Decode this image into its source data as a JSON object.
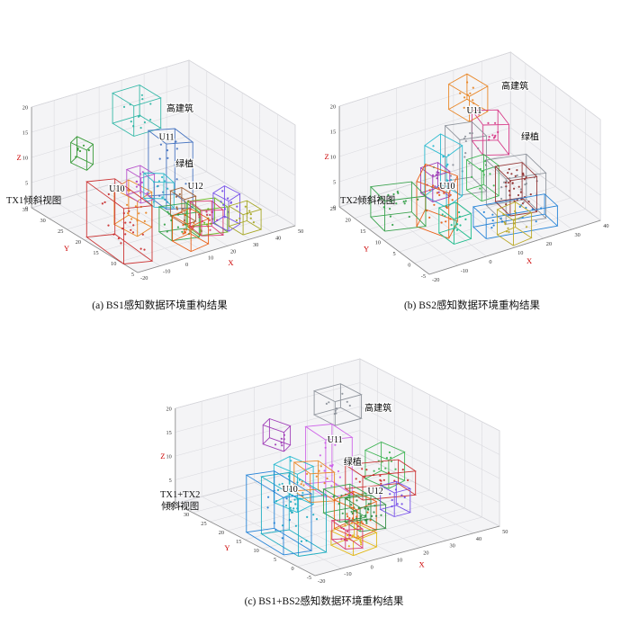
{
  "figure_caption_color": "#111111",
  "axis_letter_color": "#cc0000",
  "chart_data": [
    {
      "id": "a",
      "type": "scatter",
      "subtype": "3d-scatter-with-bounding-boxes",
      "caption": "(a) BS1感知数据环境重构结果",
      "view_label": "TX1倾斜视图",
      "axis_labels": {
        "x": "X",
        "y": "Y",
        "z": "Z"
      },
      "xlim": [
        -20,
        50
      ],
      "ylim": [
        5,
        35
      ],
      "zlim": [
        0,
        20
      ],
      "x_ticks": [
        -20,
        -10,
        0,
        10,
        20,
        30,
        40,
        50
      ],
      "y_ticks": [
        5,
        10,
        15,
        20,
        25,
        30,
        35
      ],
      "z_ticks": [
        0,
        5,
        10,
        15,
        20
      ],
      "grid": true,
      "annotations": [
        {
          "text": "高建筑",
          "fx": 0.565,
          "fy": 0.369
        },
        {
          "text": "U11",
          "fx": 0.522,
          "fy": 0.468
        },
        {
          "text": "绿植",
          "fx": 0.58,
          "fy": 0.56
        },
        {
          "text": "U10",
          "fx": 0.362,
          "fy": 0.646
        },
        {
          "text": "U12",
          "fx": 0.615,
          "fy": 0.637
        }
      ],
      "boxes": [
        {
          "name": "roof-box-teal",
          "x": [
            16,
            28
          ],
          "y": [
            29,
            35
          ],
          "z": [
            12,
            18
          ],
          "rot": 0,
          "color": "#2bb5a3",
          "pts": 12
        },
        {
          "name": "small-green-high",
          "x": [
            -8,
            -3
          ],
          "y": [
            28,
            32
          ],
          "z": [
            9,
            13
          ],
          "rot": 15,
          "color": "#2e962e",
          "pts": 6
        },
        {
          "name": "tall-building-blue",
          "x": [
            20,
            29
          ],
          "y": [
            21,
            27
          ],
          "z": [
            0,
            13
          ],
          "rot": -12,
          "color": "#3f6fbf",
          "pts": 15
        },
        {
          "name": "orange-mid",
          "x": [
            -3,
            6
          ],
          "y": [
            17,
            23
          ],
          "z": [
            0,
            7
          ],
          "rot": 10,
          "color": "#e8821e",
          "pts": 12
        },
        {
          "name": "violet-u11",
          "x": [
            5,
            11
          ],
          "y": [
            20,
            24
          ],
          "z": [
            4,
            9
          ],
          "rot": 0,
          "color": "#b44bc8",
          "pts": 8
        },
        {
          "name": "cyan-u11",
          "x": [
            10,
            16
          ],
          "y": [
            18,
            22
          ],
          "z": [
            3,
            8
          ],
          "rot": -20,
          "color": "#29b6c8",
          "pts": 8
        },
        {
          "name": "brown-small",
          "x": [
            15,
            20
          ],
          "y": [
            14,
            18
          ],
          "z": [
            1,
            6
          ],
          "rot": 0,
          "color": "#9c5a2d",
          "pts": 8
        },
        {
          "name": "green-row-1",
          "x": [
            6,
            16
          ],
          "y": [
            11,
            15
          ],
          "z": [
            0,
            5
          ],
          "rot": -8,
          "color": "#2f9e44",
          "pts": 12
        },
        {
          "name": "green-row-2",
          "x": [
            17,
            27
          ],
          "y": [
            10,
            14
          ],
          "z": [
            0,
            5
          ],
          "rot": -8,
          "color": "#69b41e",
          "pts": 12
        },
        {
          "name": "u10-red",
          "x": [
            -19,
            -9
          ],
          "y": [
            8,
            20
          ],
          "z": [
            0,
            11
          ],
          "rot": -10,
          "color": "#c92a2a",
          "pts": 20
        },
        {
          "name": "u12-orange",
          "x": [
            6,
            15
          ],
          "y": [
            7,
            12
          ],
          "z": [
            0,
            5
          ],
          "rot": 5,
          "color": "#e8590c",
          "pts": 14
        },
        {
          "name": "u12-pink",
          "x": [
            15,
            22
          ],
          "y": [
            8,
            12
          ],
          "z": [
            1,
            6
          ],
          "rot": -15,
          "color": "#d6336c",
          "pts": 10
        },
        {
          "name": "purple-right",
          "x": [
            27,
            34
          ],
          "y": [
            10,
            14
          ],
          "z": [
            0,
            6
          ],
          "rot": 10,
          "color": "#7048e8",
          "pts": 10
        },
        {
          "name": "olive-right",
          "x": [
            30,
            38
          ],
          "y": [
            7,
            11
          ],
          "z": [
            0,
            4
          ],
          "rot": 0,
          "color": "#a3a31c",
          "pts": 8
        }
      ]
    },
    {
      "id": "b",
      "type": "scatter",
      "subtype": "3d-scatter-with-bounding-boxes",
      "caption": "(b) BS2感知数据环境重构结果",
      "view_label": "TX2倾斜视图",
      "axis_labels": {
        "x": "X",
        "y": "Y",
        "z": "Z"
      },
      "xlim": [
        -20,
        40
      ],
      "ylim": [
        -5,
        25
      ],
      "zlim": [
        0,
        20
      ],
      "x_ticks": [
        -20,
        -10,
        0,
        10,
        20,
        30,
        40
      ],
      "y_ticks": [
        -5,
        0,
        5,
        10,
        15,
        20,
        25
      ],
      "z_ticks": [
        0,
        5,
        10,
        15,
        20
      ],
      "grid": true,
      "annotations": [
        {
          "text": "高建筑",
          "fx": 0.638,
          "fy": 0.292
        },
        {
          "text": "U11",
          "fx": 0.507,
          "fy": 0.375
        },
        {
          "text": "绿植",
          "fx": 0.687,
          "fy": 0.468
        },
        {
          "text": "U10",
          "fx": 0.42,
          "fy": 0.637
        }
      ],
      "boxes": [
        {
          "name": "orange-high",
          "x": [
            18,
            26
          ],
          "y": [
            19,
            25
          ],
          "z": [
            13,
            18
          ],
          "rot": 10,
          "color": "#e8821e",
          "pts": 10
        },
        {
          "name": "magenta-pane",
          "x": [
            20,
            27
          ],
          "y": [
            13,
            19
          ],
          "z": [
            8,
            14
          ],
          "rot": -20,
          "color": "#d63384",
          "pts": 10
        },
        {
          "name": "tall-building",
          "x": [
            14,
            22
          ],
          "y": [
            16,
            22
          ],
          "z": [
            0,
            11
          ],
          "rot": -10,
          "color": "#8a8f98",
          "pts": 12
        },
        {
          "name": "cyan-u11",
          "x": [
            2,
            10
          ],
          "y": [
            12,
            18
          ],
          "z": [
            2,
            12
          ],
          "rot": 15,
          "color": "#22b8cf",
          "pts": 14
        },
        {
          "name": "violet-small",
          "x": [
            -2,
            4
          ],
          "y": [
            11,
            15
          ],
          "z": [
            4,
            9
          ],
          "rot": 0,
          "color": "#9c36b5",
          "pts": 8
        },
        {
          "name": "orange-tilt",
          "x": [
            -6,
            3
          ],
          "y": [
            6,
            14
          ],
          "z": [
            0,
            9
          ],
          "rot": 30,
          "color": "#e8590c",
          "pts": 16
        },
        {
          "name": "green-long",
          "x": [
            -18,
            -6
          ],
          "y": [
            10,
            16
          ],
          "z": [
            1,
            7
          ],
          "rot": -12,
          "color": "#2f9e44",
          "pts": 16
        },
        {
          "name": "green-plants",
          "x": [
            12,
            18
          ],
          "y": [
            8,
            13
          ],
          "z": [
            3,
            9
          ],
          "rot": 0,
          "color": "#37b24d",
          "pts": 10
        },
        {
          "name": "gray-big",
          "x": [
            16,
            28
          ],
          "y": [
            2,
            10
          ],
          "z": [
            0,
            9
          ],
          "rot": -10,
          "color": "#8a8f98",
          "pts": 14
        },
        {
          "name": "maroon-dense",
          "x": [
            18,
            26
          ],
          "y": [
            3,
            9
          ],
          "z": [
            1,
            8
          ],
          "rot": -10,
          "color": "#8f2d2d",
          "pts": 30
        },
        {
          "name": "blue-flat",
          "x": [
            6,
            28
          ],
          "y": [
            -1,
            4
          ],
          "z": [
            0,
            4
          ],
          "rot": -8,
          "color": "#1c7ed6",
          "pts": 16
        },
        {
          "name": "olive-low",
          "x": [
            10,
            17
          ],
          "y": [
            -4,
            1
          ],
          "z": [
            0,
            5
          ],
          "rot": 5,
          "color": "#b8a51f",
          "pts": 10
        },
        {
          "name": "teal-left-u10",
          "x": [
            -4,
            2
          ],
          "y": [
            2,
            7
          ],
          "z": [
            0,
            5
          ],
          "rot": 0,
          "color": "#12b886",
          "pts": 10
        }
      ]
    },
    {
      "id": "c",
      "type": "scatter",
      "subtype": "3d-scatter-with-bounding-boxes",
      "caption": "(c) BS1+BS2感知数据环境重构结果",
      "view_label": "TX1+TX2\n倾斜视图",
      "axis_labels": {
        "x": "X",
        "y": "Y",
        "z": "Z"
      },
      "xlim": [
        -20,
        50
      ],
      "ylim": [
        -5,
        35
      ],
      "zlim": [
        0,
        20
      ],
      "x_ticks": [
        -20,
        -10,
        0,
        10,
        20,
        30,
        40,
        50
      ],
      "y_ticks": [
        -5,
        0,
        5,
        10,
        15,
        20,
        25,
        30,
        35
      ],
      "z_ticks": [
        0,
        5,
        10,
        15,
        20
      ],
      "grid": true,
      "annotations": [
        {
          "text": "高建筑",
          "fx": 0.643,
          "fy": 0.307
        },
        {
          "text": "U11",
          "fx": 0.529,
          "fy": 0.428
        },
        {
          "text": "绿植",
          "fx": 0.576,
          "fy": 0.514
        },
        {
          "text": "U10",
          "fx": 0.41,
          "fy": 0.617
        },
        {
          "text": "U12",
          "fx": 0.636,
          "fy": 0.624
        }
      ],
      "boxes": [
        {
          "name": "gray-high",
          "x": [
            30,
            40
          ],
          "y": [
            27,
            33
          ],
          "z": [
            12,
            17
          ],
          "rot": 0,
          "color": "#8a8f98",
          "pts": 10
        },
        {
          "name": "violet-high-small",
          "x": [
            6,
            11
          ],
          "y": [
            25,
            30
          ],
          "z": [
            11,
            15
          ],
          "rot": 20,
          "color": "#9c36b5",
          "pts": 6
        },
        {
          "name": "tall-building-magenta",
          "x": [
            19,
            27
          ],
          "y": [
            20,
            27
          ],
          "z": [
            1,
            13
          ],
          "rot": -12,
          "color": "#cc5de8",
          "pts": 14
        },
        {
          "name": "cyan-u11",
          "x": [
            1,
            9
          ],
          "y": [
            17,
            23
          ],
          "z": [
            2,
            10
          ],
          "rot": 10,
          "color": "#22b8cf",
          "pts": 12
        },
        {
          "name": "orange-u11",
          "x": [
            8,
            15
          ],
          "y": [
            16,
            22
          ],
          "z": [
            3,
            9
          ],
          "rot": -15,
          "color": "#e8821e",
          "pts": 10
        },
        {
          "name": "green-right",
          "x": [
            33,
            41
          ],
          "y": [
            15,
            21
          ],
          "z": [
            3,
            9
          ],
          "rot": 10,
          "color": "#37b24d",
          "pts": 10
        },
        {
          "name": "red-long",
          "x": [
            22,
            38
          ],
          "y": [
            11,
            17
          ],
          "z": [
            3,
            8
          ],
          "rot": -12,
          "color": "#c92a2a",
          "pts": 16
        },
        {
          "name": "green-plants",
          "x": [
            10,
            19
          ],
          "y": [
            10,
            15
          ],
          "z": [
            1,
            6
          ],
          "rot": -5,
          "color": "#2f9e44",
          "pts": 12
        },
        {
          "name": "u10-teal-tall",
          "x": [
            -14,
            -5
          ],
          "y": [
            3,
            15
          ],
          "z": [
            0,
            12
          ],
          "rot": -8,
          "color": "#15aabf",
          "pts": 20
        },
        {
          "name": "u10-blue-outline",
          "x": [
            -17,
            -8
          ],
          "y": [
            5,
            17
          ],
          "z": [
            0,
            12
          ],
          "rot": -8,
          "color": "#1c7ed6",
          "pts": 8
        },
        {
          "name": "u12-orange",
          "x": [
            8,
            17
          ],
          "y": [
            5,
            11
          ],
          "z": [
            0,
            6
          ],
          "rot": 8,
          "color": "#e8590c",
          "pts": 16
        },
        {
          "name": "u12-green-dense",
          "x": [
            13,
            21
          ],
          "y": [
            6,
            11
          ],
          "z": [
            0,
            5
          ],
          "rot": -10,
          "color": "#2b8a3e",
          "pts": 22
        },
        {
          "name": "yellow-flat",
          "x": [
            -1,
            9
          ],
          "y": [
            -1,
            5
          ],
          "z": [
            0,
            3
          ],
          "rot": 5,
          "color": "#e0b40a",
          "pts": 10
        },
        {
          "name": "magenta-small",
          "x": [
            1,
            6
          ],
          "y": [
            1,
            6
          ],
          "z": [
            0,
            4
          ],
          "rot": -15,
          "color": "#d6336c",
          "pts": 8
        },
        {
          "name": "purple-right-small",
          "x": [
            26,
            32
          ],
          "y": [
            7,
            11
          ],
          "z": [
            1,
            6
          ],
          "rot": 0,
          "color": "#7048e8",
          "pts": 8
        }
      ]
    }
  ]
}
